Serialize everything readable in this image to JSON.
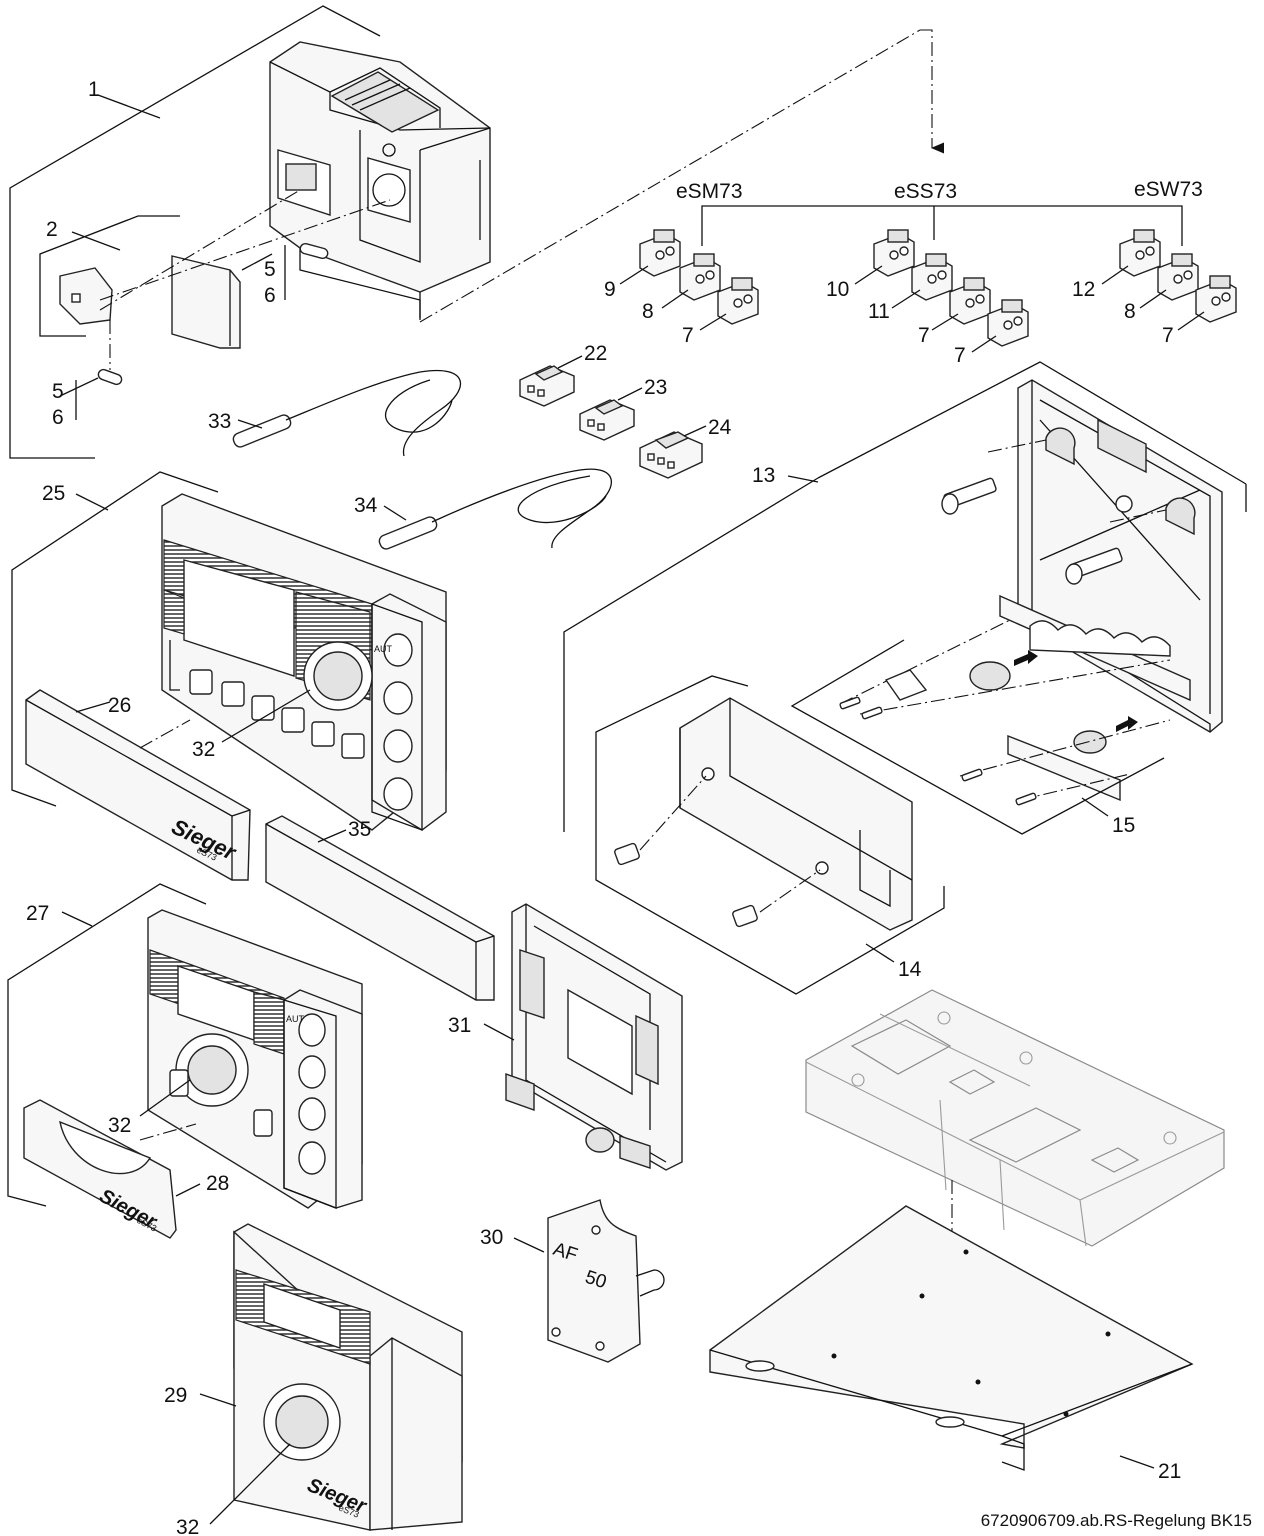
{
  "callouts": [
    "1",
    "2",
    "5",
    "6",
    "5",
    "6",
    "7",
    "8",
    "9",
    "7",
    "7",
    "11",
    "10",
    "7",
    "8",
    "12",
    "22",
    "23",
    "24",
    "33",
    "34",
    "13",
    "25",
    "26",
    "32",
    "15",
    "35",
    "14",
    "27",
    "31",
    "32",
    "28",
    "30",
    "29",
    "32",
    "21"
  ],
  "groups": {
    "esm73": "eSM73",
    "ess73": "eSS73",
    "esw73": "eSW73"
  },
  "brand": {
    "logo": "Sieger",
    "model": "eS73"
  },
  "sensor_label": {
    "line1": "AF",
    "line2": "50"
  },
  "button_symbols": [
    "AUT"
  ],
  "footer": "6720906709.ab.RS-Regelung BK15"
}
